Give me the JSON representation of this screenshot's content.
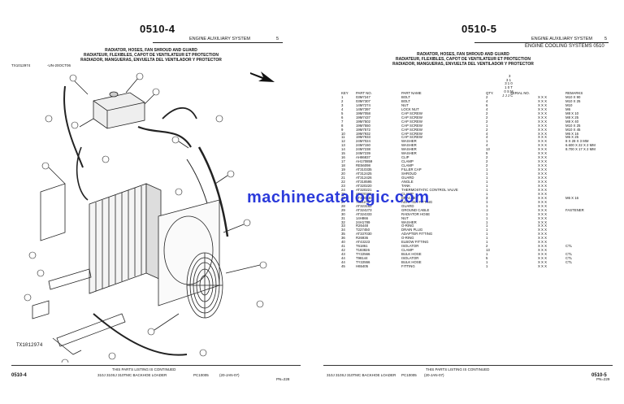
{
  "left": {
    "page_number": "0510-4",
    "section_header": "ENGINE AUXILIARY SYSTEM",
    "section_num": "5",
    "titles": [
      "RADIATOR, HOSES, FAN SHROUD AND GUARD",
      "RADIATEUR, FLEXIBLES, CAPOT DE VENTILATEUR ET PROTECTION",
      "RADIADOR, MANGUERAS, ENVUELTA DEL VENTILADOR Y PROTECTOR"
    ],
    "image_ref": "TX1012974",
    "image_date": "-UN-20OCT06",
    "diagram_tag": "TX1012974",
    "footer_continued": "THIS PARTS LISTING IS CONTINUED",
    "footer_model": "310J 310SJ 310TMC BACKHOE LOADER",
    "footer_catalog": "PC10005",
    "footer_date": "(20-JAN-07)",
    "footer_pn": "PN=228",
    "footer_page": "0510-4"
  },
  "right": {
    "page_number": "0510-5",
    "section_header": "ENGINE AUXILIARY SYSTEM",
    "section_num": "5",
    "subheader": "ENGINE COOLING SYSTEMS  0510",
    "titles": [
      "RADIATOR, HOSES, FAN SHROUD AND GUARD",
      "RADIATEUR, FLEXIBLES, CAPOT DE VENTILATEUR ET PROTECTION",
      "RADIADOR, MANGUERAS, ENVUELTA DEL VENTILADOR Y PROTECTOR"
    ],
    "model_cols": "    3\n  3 1\n  3 1 0\n  1 0 T\n  0 S M\nJ J J C",
    "columns": [
      "KEY",
      "PART NO.",
      "PART NAME",
      "QTY.",
      "SERIAL NO.",
      "",
      "REMARKS"
    ],
    "rows": [
      [
        "1",
        "03M7247",
        "BOLT",
        "2",
        "X X X",
        "M10 X 90"
      ],
      [
        "2",
        "03M7307",
        "BOLT",
        "4",
        "X X X",
        "M10 X 25"
      ],
      [
        "3",
        "14M7274",
        "NUT",
        "6",
        "X X X",
        "M10"
      ],
      [
        "4",
        "14M7397",
        "LOCK NUT",
        "4",
        "X X X",
        "M6"
      ],
      [
        "5",
        "19M7058",
        "CAP SCREW",
        "2",
        "X X X",
        "M8 X 10"
      ],
      [
        "6",
        "19M7437",
        "CAP SCREW",
        "2",
        "X X X",
        "M8 X 25"
      ],
      [
        "7",
        "19M7502",
        "CAP SCREW",
        "2",
        "X X X",
        "M8 X 40"
      ],
      [
        "8",
        "19M7550",
        "CAP SCREW",
        "1",
        "X X X",
        "M10 X 25"
      ],
      [
        "9",
        "19M7572",
        "CAP SCREW",
        "2",
        "X X X",
        "M10 X 45"
      ],
      [
        "10",
        "19M7932",
        "CAP SCREW",
        "4",
        "X X X",
        "M6 X 16"
      ],
      [
        "11",
        "19M7933",
        "CAP SCREW",
        "4",
        "X X X",
        "M6 X 25"
      ],
      [
        "12",
        "24M7024",
        "WASHER",
        "1",
        "X X X",
        "8 X 28 X 3 MM"
      ],
      [
        "13",
        "24M7150",
        "WASHER",
        "4",
        "X X X",
        "6.600 X 22 X 2 MM"
      ],
      [
        "14",
        "24M7238",
        "WASHER",
        "13",
        "X X X",
        "8.700 X 17 X 2 MM"
      ],
      [
        "15",
        "24M7239",
        "WASHER",
        "5",
        "X X X",
        ""
      ],
      [
        "16",
        "AH86837",
        "CLIP",
        "2",
        "X X X",
        ""
      ],
      [
        "17",
        "AH170859",
        "CLAMP",
        "2",
        "X X X",
        ""
      ],
      [
        "18",
        "RE56098",
        "CLAMP",
        "2",
        "X X X",
        ""
      ],
      [
        "19",
        "AT310335",
        "FILLER CAP",
        "1",
        "X X X",
        ""
      ],
      [
        "20",
        "AT312425",
        "SHROUD",
        "1",
        "X X X",
        ""
      ],
      [
        "21",
        "AT312426",
        "GUARD",
        "1",
        "X X X",
        ""
      ],
      [
        "22",
        "AT318595",
        "ANGLE",
        "1",
        "X X X",
        ""
      ],
      [
        "23",
        "AT320220",
        "TANK",
        "1",
        "X X X",
        ""
      ],
      [
        "24",
        "AT320221",
        "THERMOSTATIC CONTROL VALVE",
        "1",
        "X X X",
        ""
      ],
      [
        "25",
        "AT320226",
        "CLAMP",
        "1",
        "X X X",
        ""
      ],
      [
        "26",
        "AT320230",
        "BRACKET",
        "3",
        "X X X",
        "M6 X 16"
      ],
      [
        "27",
        "T114278",
        "ADAPTER FITTING",
        "1",
        "X X X",
        ""
      ],
      [
        "28",
        "AT323152",
        "GUARD",
        "1",
        "X X X",
        ""
      ],
      [
        "29",
        "AT324273",
        "GROUND CABLE",
        "1",
        "X X X",
        "FASTENER"
      ],
      [
        "30",
        "AT324333",
        "RADIATOR HOSE",
        "1",
        "X X X",
        ""
      ],
      [
        "31",
        "14H866",
        "NUT",
        "1",
        "X X X",
        ""
      ],
      [
        "32",
        "24H1789",
        "WASHER",
        "1",
        "X X X",
        ""
      ],
      [
        "33",
        "R26448",
        "O-RING",
        "1",
        "X X X",
        ""
      ],
      [
        "34",
        "T227450",
        "DRAIN PLUG",
        "1",
        "X X X",
        ""
      ],
      [
        "35",
        "AT337030",
        "ADAPTER FITTING",
        "1",
        "X X X",
        ""
      ],
      [
        "36",
        "R26936",
        "O-RING",
        "1",
        "X X X",
        ""
      ],
      [
        "40",
        "AT43223",
        "ELBOW FITTING",
        "1",
        "X X X",
        ""
      ],
      [
        "41",
        "T61861",
        "ISOLATOR",
        "2",
        "X X X",
        "CTL"
      ],
      [
        "42",
        "T183826",
        "CLAMP",
        "13",
        "X X X",
        ""
      ],
      [
        "43",
        "TY22566",
        "BULK HOSE",
        "1",
        "X X X",
        "CTL"
      ],
      [
        "44",
        "T98144",
        "ISOLATOR",
        "5",
        "X X X",
        "CTL"
      ],
      [
        "44",
        "TY22556",
        "BULK HOSE",
        "1",
        "X X X",
        "CTL"
      ],
      [
        "45",
        "H65405",
        "FITTING",
        "1",
        "X X X",
        ""
      ]
    ],
    "footer_continued": "THIS PARTS LISTING IS CONTINUED",
    "footer_model": "310J 310SJ 310TMC BACKHOE LOADER",
    "footer_catalog": "PC10005",
    "footer_date": "(20-JAN-07)",
    "footer_pn": "PN=229",
    "footer_page": "0510-5"
  },
  "watermark": "machinecatalogic.com",
  "colors": {
    "watermark": "#1a2ad8",
    "ink": "#111111"
  }
}
